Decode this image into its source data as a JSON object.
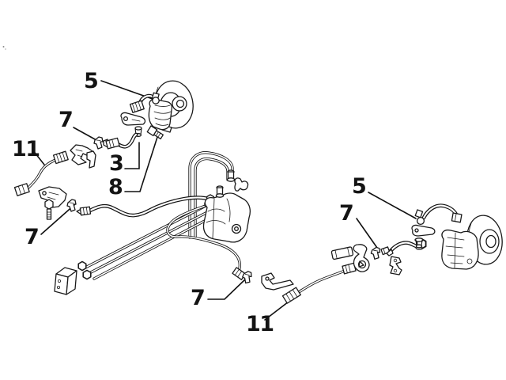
{
  "diagram": {
    "background_color": "#ffffff",
    "line_color": "#1a1a1a",
    "callouts": [
      {
        "part": "front-brake-hose",
        "label": "5"
      },
      {
        "part": "front-hose-clip",
        "label": "7"
      },
      {
        "part": "front-brake-pipe",
        "label": "11"
      },
      {
        "part": "front-lower-hose",
        "label": "3"
      },
      {
        "part": "bleed-screw",
        "label": "8"
      },
      {
        "part": "left-pipe-clip",
        "label": "7"
      },
      {
        "part": "center-pipe-clip",
        "label": "7"
      },
      {
        "part": "rear-brake-hose",
        "label": "5"
      },
      {
        "part": "rear-hose-clip",
        "label": "7"
      },
      {
        "part": "rear-brake-pipe",
        "label": "11"
      }
    ]
  }
}
